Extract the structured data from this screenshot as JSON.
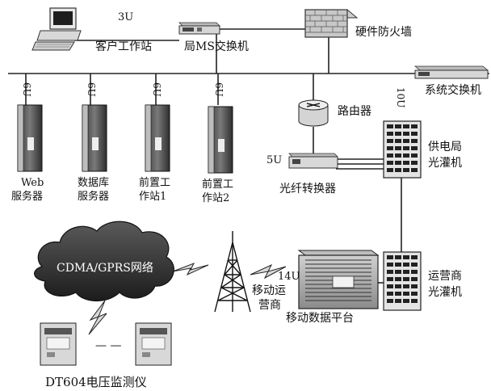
{
  "labels": {
    "client_rack": "3U",
    "client_workstation": "客户工作站",
    "ms_switch": "局MS交换机",
    "firewall": "硬件防火墙",
    "system_switch": "系统交换机",
    "web_rack": "6U",
    "db_rack": "6U",
    "front1_rack": "6U",
    "front2_rack": "6U",
    "web_line1": "Web",
    "web_line2": "服务器",
    "db_line1": "数据库",
    "db_line2": "服务器",
    "front1_line1": "前置工",
    "front1_line2": "作站1",
    "front2_line1": "前置工",
    "front2_line2": "作站2",
    "router": "路由器",
    "router_rack": "10U",
    "converter_rack": "5U",
    "converter": "光纤转换器",
    "bureau_optical_1": "供电局",
    "bureau_optical_2": "光灌机",
    "cdma": "CDMA/GPRS网络",
    "platform_rack": "14U",
    "carrier_1": "移动运",
    "carrier_2": "营商",
    "platform": "移动数据平台",
    "operator_optical_1": "运营商",
    "operator_optical_2": "光灌机",
    "meter_dash": "— —",
    "meter": "DT604电压监测仪"
  },
  "icons": {
    "computer": "desktop-computer-icon",
    "switch": "network-switch-icon",
    "firewall": "brick-firewall-icon",
    "server": "tower-server-icon",
    "router": "router-icon",
    "cloud": "storm-cloud-icon",
    "tower": "radio-tower-icon",
    "meter": "voltage-meter-icon"
  }
}
